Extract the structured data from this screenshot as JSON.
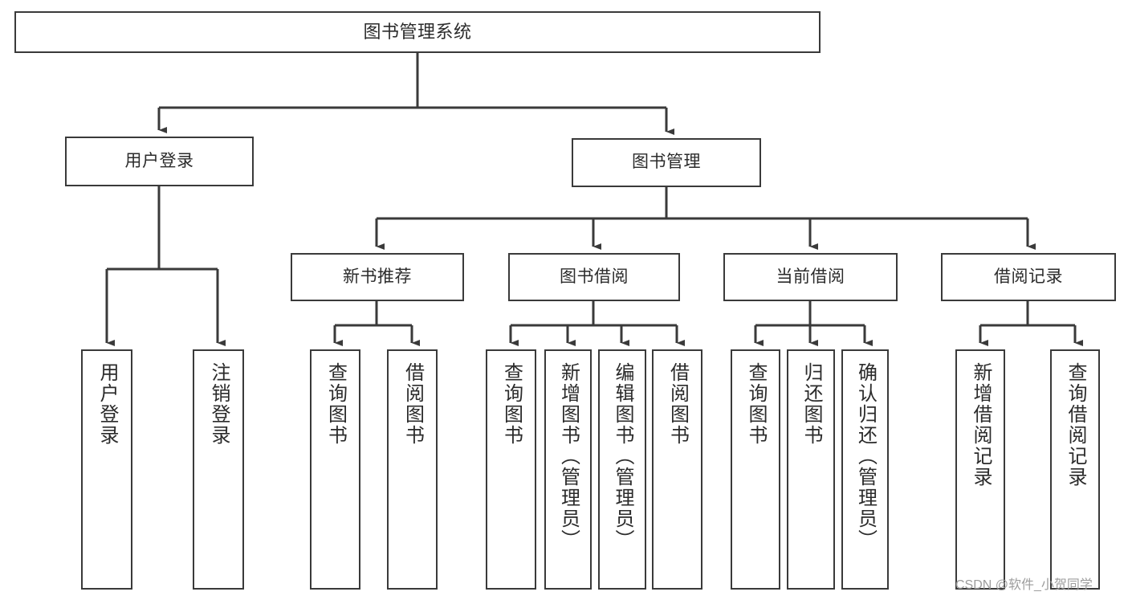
{
  "diagram": {
    "title": "图书管理系统",
    "type": "tree-hierarchy",
    "watermark": "CSDN @软件_小贺同学",
    "colors": {
      "box_border": "#3a3a3a",
      "box_fill": "#ffffff",
      "connector": "#3a3a3a",
      "text": "#2b2b2b",
      "watermark": "#9d9d9d",
      "background": "#ffffff"
    },
    "root": {
      "label": "图书管理系统"
    },
    "level2": [
      {
        "label": "用户登录"
      },
      {
        "label": "图书管理"
      }
    ],
    "level3": [
      {
        "label": "新书推荐"
      },
      {
        "label": "图书借阅"
      },
      {
        "label": "当前借阅"
      },
      {
        "label": "借阅记录"
      }
    ],
    "leaves": {
      "user_login": [
        {
          "label": "用户登录"
        },
        {
          "label": "注销登录"
        }
      ],
      "new_book_recommend": [
        {
          "label": "查询图书"
        },
        {
          "label": "借阅图书"
        }
      ],
      "book_borrow": [
        {
          "label": "查询图书"
        },
        {
          "label": "新增图书（管理员）"
        },
        {
          "label": "编辑图书（管理员）"
        },
        {
          "label": "借阅图书"
        }
      ],
      "current_borrow": [
        {
          "label": "查询图书"
        },
        {
          "label": "归还图书"
        },
        {
          "label": "确认归还（管理员）"
        }
      ],
      "borrow_record": [
        {
          "label": "新增借阅记录"
        },
        {
          "label": "查询借阅记录"
        }
      ]
    }
  }
}
